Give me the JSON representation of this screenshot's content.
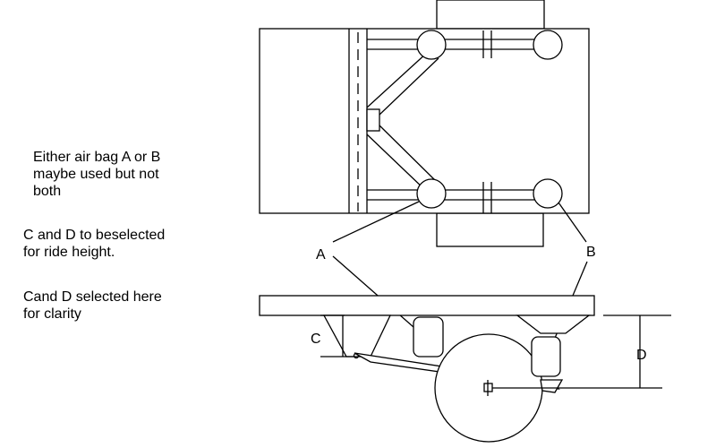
{
  "notes": {
    "note1": [
      "Either air bag A or B",
      "maybe used but not",
      "both"
    ],
    "note2": [
      "C and D to beselected",
      "for ride height."
    ],
    "note3": [
      "Cand D selected here",
      "for clarity"
    ]
  },
  "labels": {
    "a": "A",
    "b": "B",
    "c": "C",
    "d": "D"
  }
}
